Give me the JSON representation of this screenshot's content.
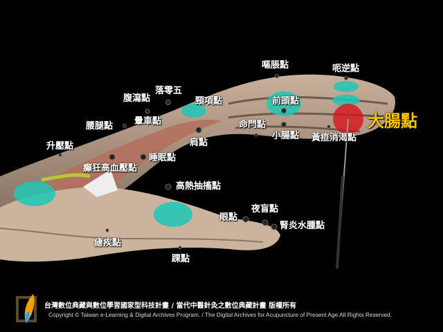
{
  "points": {
    "ou_zhang": "嘔脹點",
    "e_ni": "呃逆點",
    "fu_xie": "腹瀉點",
    "luo_ling_wu": "落零五",
    "jing_xiang": "頸項點",
    "yun_che": "暈車點",
    "yao_tui": "腰腿點",
    "sheng_ya": "升壓點",
    "jian": "肩點",
    "shui_mian": "睡眠點",
    "dian_kuang": "癲狂高血壓點",
    "ming_men": "命門點",
    "qian_tou": "前頭點",
    "xiao_chang": "小腸點",
    "huang_dan": "黃疸消渴點",
    "da_chang": "大腸點",
    "gao_re": "高熱抽搐點",
    "ye_mang": "夜盲點",
    "yan": "眼點",
    "shen_yan": "腎炎水腫點",
    "nue_ji": "瘧疾點",
    "huai": "踝點"
  },
  "highlight_color": "#ffc400",
  "footer": {
    "chinese": "台灣數位典藏與數位學習國家型科技計畫 / 當代中醫針灸之數位典藏計畫 版權所有",
    "english": "Copyright © Taiwan e-Learning & Digital Archives Program. / The Digital Archives for Acupuncture of Present Age All Rights Reserved."
  }
}
